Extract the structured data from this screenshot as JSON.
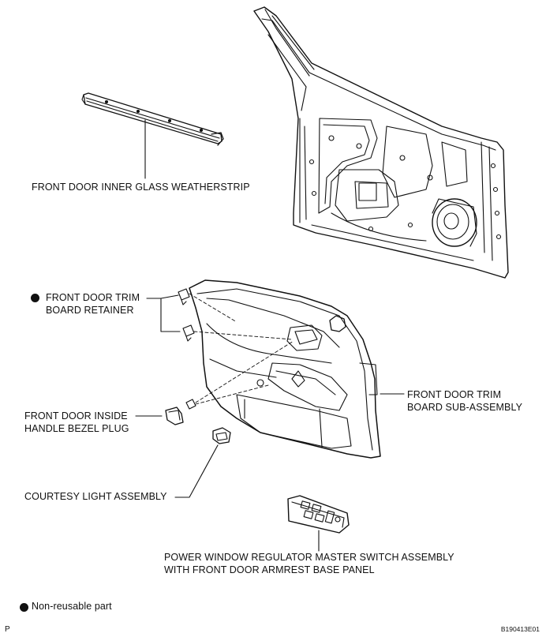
{
  "labels": {
    "weatherstrip": "FRONT DOOR INNER GLASS WEATHERSTRIP",
    "retainer_line1": "FRONT DOOR TRIM",
    "retainer_line2": "BOARD RETAINER",
    "trim_board_line1": "FRONT DOOR TRIM",
    "trim_board_line2": "BOARD SUB-ASSEMBLY",
    "bezel_plug_line1": "FRONT DOOR INSIDE",
    "bezel_plug_line2": "HANDLE BEZEL PLUG",
    "courtesy_light": "COURTESY LIGHT ASSEMBLY",
    "switch_line1": "POWER WINDOW REGULATOR MASTER SWITCH ASSEMBLY",
    "switch_line2": "WITH FRONT DOOR ARMREST BASE PANEL"
  },
  "legend": {
    "non_reusable": "Non-reusable part"
  },
  "footer": {
    "left_code": "P",
    "figure_code": "B190413E01"
  },
  "colors": {
    "ink": "#111111",
    "background": "#ffffff"
  }
}
